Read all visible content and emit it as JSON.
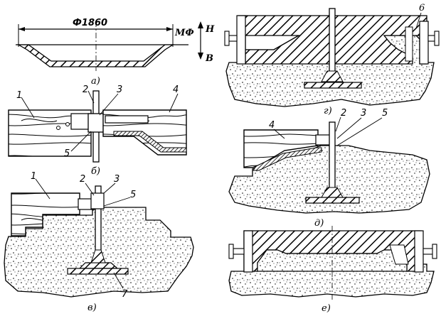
{
  "figure": {
    "dimension": "Ф1860",
    "parting_mark": "МФ",
    "dir_up": "Н",
    "dir_down": "В"
  },
  "panels": {
    "a": "а)",
    "b": "б)",
    "v": "в)",
    "g": "г)",
    "d": "д)",
    "e": "е)"
  },
  "callouts": {
    "n1": "1",
    "n2": "2",
    "n3": "3",
    "n4": "4",
    "n5": "5",
    "n6": "6",
    "n7": "7"
  }
}
